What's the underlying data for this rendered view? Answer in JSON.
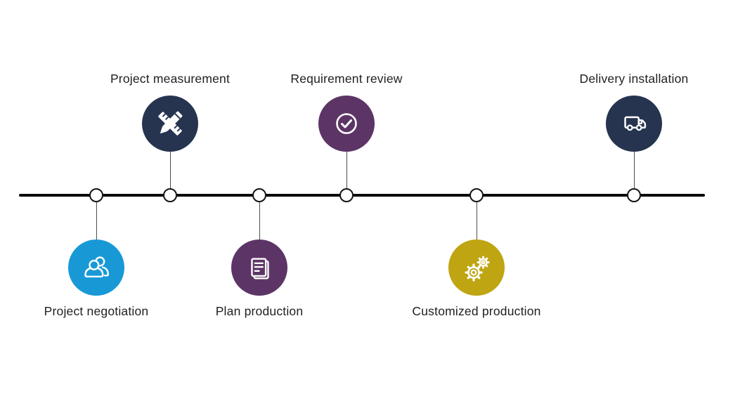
{
  "diagram": {
    "title": "",
    "background": "#ffffff",
    "line_color": "#0a0a0a",
    "node": {
      "fill": "#ffffff",
      "border": "#141414"
    },
    "connector_color": "#4d4d4d",
    "text_color": "#1f1f1f",
    "steps": [
      {
        "label": "Project negotiation",
        "icon": "people-icon",
        "color": "#1899d6",
        "side": "below"
      },
      {
        "label": "Project measurement",
        "icon": "ruler-pencil-icon",
        "color": "#263450",
        "side": "above"
      },
      {
        "label": "Plan production",
        "icon": "documents-icon",
        "color": "#5c3566",
        "side": "below"
      },
      {
        "label": "Requirement review",
        "icon": "check-circle-icon",
        "color": "#5c3566",
        "side": "above"
      },
      {
        "label": "Customized production",
        "icon": "gears-icon",
        "color": "#bfa512",
        "side": "below"
      },
      {
        "label": "Delivery installation",
        "icon": "truck-icon",
        "color": "#263450",
        "side": "above"
      }
    ]
  }
}
